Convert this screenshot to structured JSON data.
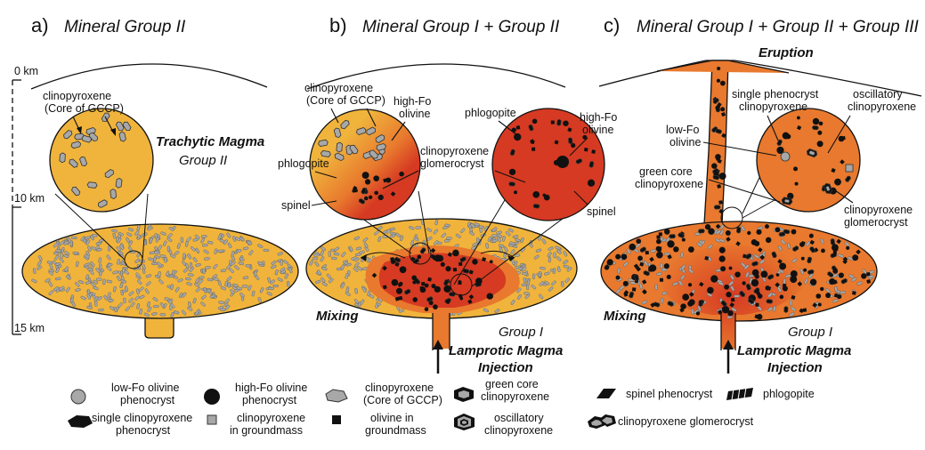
{
  "panels": [
    {
      "letter": "a)",
      "title": "Mineral Group II"
    },
    {
      "letter": "b)",
      "title": "Mineral Group I + Group II"
    },
    {
      "letter": "c)",
      "title": "Mineral Group I + Group II + Group III"
    }
  ],
  "depth_scale": [
    "0 km",
    "10 km",
    "15 km"
  ],
  "labels_a": {
    "cpx_line1": "clinopyroxene",
    "cpx_line2": "(Core of GCCP)",
    "magma_line1": "Trachytic Magma",
    "magma_line2": "Group II"
  },
  "labels_b": {
    "cpx_line1": "clinopyroxene",
    "cpx_line2": "(Core of GCCP)",
    "hifo_line1": "high-Fo",
    "hifo_line2": "olivine",
    "phlogopite_left": "phlogopite",
    "spinel_left": "spinel",
    "glomero_line1": "clinopyroxene",
    "glomero_line2": "glomerocryst",
    "phlogopite_right": "phlogopite",
    "hifo_right_line1": "high-Fo",
    "hifo_right_line2": "olivine",
    "spinel_right": "spinel",
    "mixing": "Mixing",
    "group": "Group I",
    "injection_line1": "Lamprotic Magma",
    "injection_line2": "Injection"
  },
  "labels_c": {
    "eruption": "Eruption",
    "single_line1": "single phenocryst",
    "single_line2": "clinopyroxene",
    "osc_line1": "oscillatory",
    "osc_line2": "clinopyroxene",
    "lowfo_line1": "low-Fo",
    "lowfo_line2": "olivine",
    "green_line1": "green core",
    "green_line2": "clinopyroxene",
    "glomero_line1": "clinopyroxene",
    "glomero_line2": "glomerocryst",
    "mixing": "Mixing",
    "group": "Group I",
    "injection_line1": "Lamprotic Magma",
    "injection_line2": "Injection"
  },
  "legend": {
    "lowfo_line1": "low-Fo olivine",
    "lowfo_line2": "phenocryst",
    "hifo_line1": "high-Fo olivine",
    "hifo_line2": "phenocryst",
    "cpx_line1": "clinopyroxene",
    "cpx_line2": "(Core of GCCP)",
    "green_line1": "green core",
    "green_line2": "clinopyroxene",
    "spinel": "spinel phenocryst",
    "phlogopite": "phlogopite",
    "single_line1": "single clinopyroxene",
    "single_line2": "phenocryst",
    "cpxg_line1": "clinopyroxene",
    "cpxg_line2": "in groundmass",
    "olg_line1": "olivine in",
    "olg_line2": "groundmass",
    "osc_line1": "oscillatory",
    "osc_line2": "clinopyroxene",
    "glomero": "clinopyroxene glomerocryst"
  },
  "colors": {
    "trachytic": "#f0b43c",
    "lamproitic": "#d63a22",
    "mixed": "#e8792e",
    "crystal_grey": "#a8a8a8",
    "crystal_black": "#111111"
  }
}
